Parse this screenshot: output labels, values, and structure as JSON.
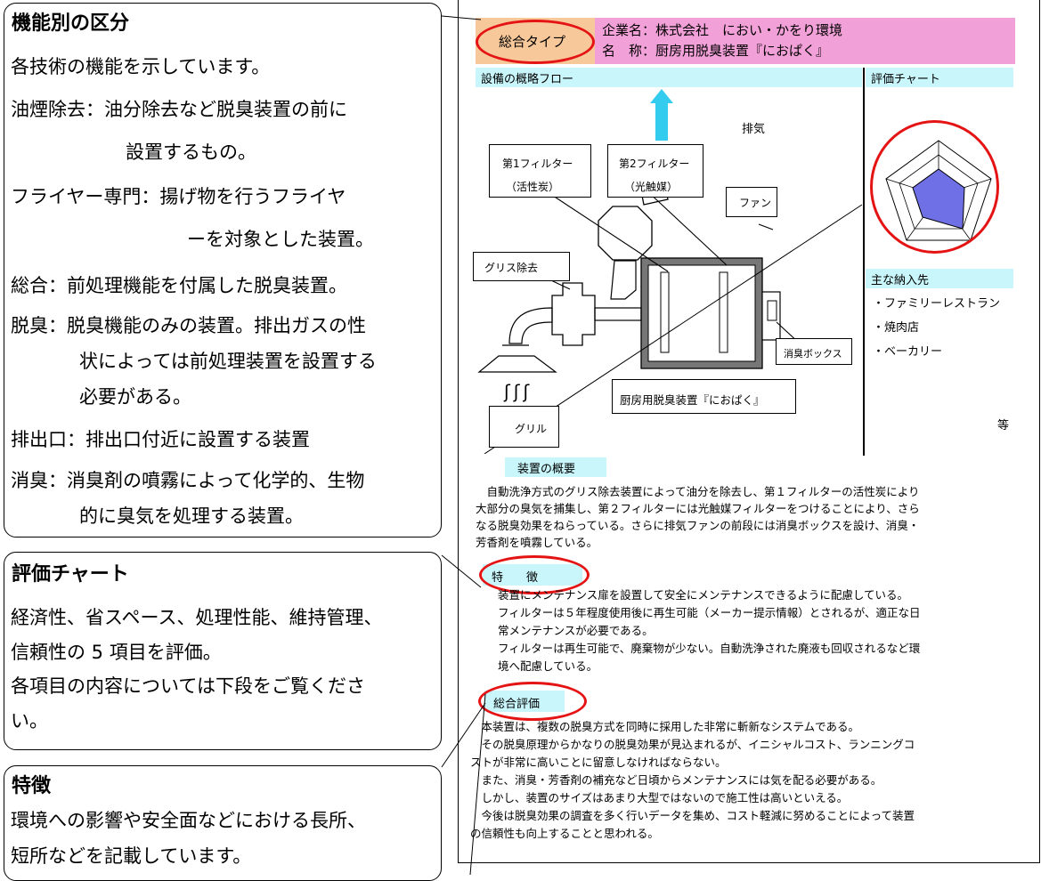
{
  "left": {
    "functions": {
      "title": "機能別の区分",
      "lines": [
        "各技術の機能を示しています。",
        "油煙除去：油分除去など脱臭装置の前に",
        "設置するもの。",
        "フライヤー専門：揚げ物を行うフライヤ",
        "ーを対象とした装置。",
        "総合：前処理機能を付属した脱臭装置。",
        "脱臭：脱臭機能のみの装置。排出ガスの性",
        "状によっては前処理装置を設置する",
        "必要がある。",
        "排出口：排出口付近に設置する装置",
        "消臭：消臭剤の噴霧によって化学的、生物",
        "的に臭気を処理する装置。"
      ]
    },
    "chart_box": {
      "title": "評価チャート",
      "lines": [
        "経済性、省スペース、処理性能、維持管理、",
        "信頼性の 5 項目を評価。",
        "各項目の内容については下段をご覧くださ",
        "い。"
      ]
    },
    "features_box": {
      "title": "特徴",
      "lines": [
        "環境への影響や安全面などにおける長所、",
        "短所などを記載しています。"
      ]
    }
  },
  "doc": {
    "type_label": "総合タイプ",
    "company": "企業名：株式会社　におい・かをり環境",
    "name": "名　称：厨房用脱臭装置『におぱく』",
    "flow_title": "設備の概略フロー",
    "chart_title": "評価チャート",
    "delivery_title": "主な納入先",
    "delivery": [
      "・ファミリーレストラン",
      "・焼肉店",
      "・ベーカリー"
    ],
    "delivery_etc": "等",
    "diagram": {
      "exhaust": "排気",
      "filter1": [
        "第1フィルター",
        "（活性炭）"
      ],
      "filter2": [
        "第2フィルター",
        "（光触媒）"
      ],
      "fan": "ファン",
      "grease": "グリス除去",
      "deo_box": "消臭ボックス",
      "device": "厨房用脱臭装置『におぱく』",
      "grill": "グリル",
      "heat": "ʃʃʃ"
    },
    "overview_title": "装置の概要",
    "overview": [
      "　自動洗浄方式のグリス除去装置によって油分を除去し、第１フィルターの活性炭により",
      "大部分の臭気を捕集し、第２フィルターには光触媒フィルターをつけることにより、さら",
      "なる脱臭効果をねらっている。さらに排気ファンの前段には消臭ボックスを設け、消臭・",
      "芳香剤を噴霧している。"
    ],
    "features_title": "特　　徴",
    "features": [
      "　　装置にメンテナンス扉を設置して安全にメンテナンスできるように配慮している。",
      "　　フィルターは５年程度使用後に再生可能（メーカー提示情報）とされるが、適正な日",
      "　　常メンテナンスが必要である。",
      "　　フィルターは再生可能で、廃棄物が少ない。自動洗浄された廃液も回収されるなど環",
      "　　境へ配慮している。"
    ],
    "eval_title": "総合評価",
    "eval": [
      "　本装置は、複数の脱臭方式を同時に採用した非常に斬新なシステムである。",
      "　その脱臭原理からかなりの脱臭効果が見込まれるが、イニシャルコスト、ランニングコ",
      "ストが非常に高いことに留意しなければならない。",
      "　また、消臭・芳香剤の補充など日頃からメンテナンスには気を配る必要がある。",
      "　しかし、装置のサイズはあまり大型ではないので施工性は高いといえる。",
      "　今後は脱臭効果の調査を多く行いデータを集め、コスト軽減に努めることによって装置",
      "の信頼性も向上することと思われる。"
    ]
  },
  "colors": {
    "pink": "#f2a0d8",
    "peach": "#f7c89a",
    "cyan": "#c9f6fb",
    "red": "#e51414",
    "radar_fill": "#6f6fe6",
    "arrow": "#33ccee"
  }
}
